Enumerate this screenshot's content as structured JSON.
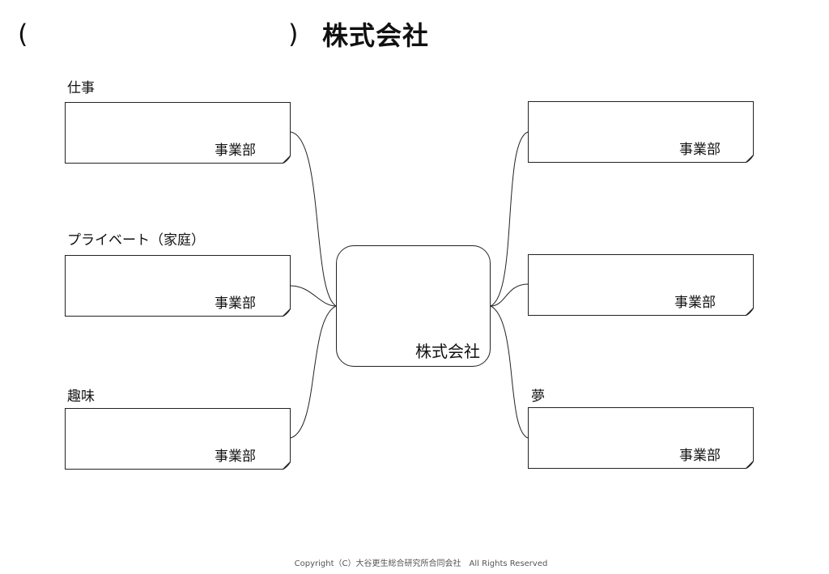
{
  "title": {
    "paren_open": "(",
    "paren_close": ")",
    "company_word": "株式会社"
  },
  "categories": {
    "work": "仕事",
    "private": "プライベート（家庭）",
    "hobby": "趣味",
    "dream": "夢"
  },
  "boxes": {
    "left_top": "事業部",
    "left_middle": "事業部",
    "left_bottom": "事業部",
    "right_top": "事業部",
    "right_middle": "事業部",
    "right_bottom": "事業部"
  },
  "center": {
    "label": "株式会社"
  },
  "footer": {
    "copyright": "Copyright（C）大谷更生総合研究所合同会社　All Rights Reserved"
  }
}
